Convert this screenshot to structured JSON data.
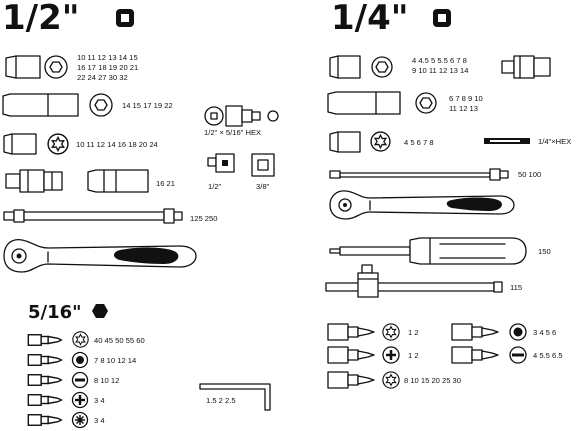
{
  "headers": {
    "half": "1/2\"",
    "quarter": "1/4\"",
    "five16": "5/16\""
  },
  "half": {
    "socket_short_1": "10  11  12  13  14  15",
    "socket_short_2": "16  17  18  19  20  21",
    "socket_short_3": "22  24  27  30  32",
    "socket_deep": "14  15  17  19  22",
    "torx_socket": "10  11  12  14  16  18  20  24",
    "adapter_hex": "1/2\" × 5/16\" HEX",
    "adapter_left": "1/2\"",
    "adapter_right": "3/8\"",
    "spark_plug": "16  21",
    "extension": "125  250"
  },
  "quarter": {
    "socket_short_1": "4  4.5  5  5.5  6  7  8",
    "socket_short_2": "9  10  11  12  13  14",
    "socket_deep_1": "6  7  8  9  10",
    "socket_deep_2": "11  12  13",
    "torx_socket": "4  5  6  7  8",
    "hex_adapter": "1/4\"×HEX",
    "extension": "50  100",
    "screwdriver": "150",
    "sliding_t": "115",
    "bit_a": "1  2",
    "bit_b": "1  2",
    "bit_c": "8  10  15  20  25  30",
    "bit_d": "3  4  5  6",
    "bit_e": "4  5.5  6.5"
  },
  "five16": {
    "bit_torx": "40  45  50  55  60",
    "bit_hex": "7  8  10  12  14",
    "bit_slot": "8  10  12",
    "bit_ph": "3  4",
    "bit_pz": "3  4"
  },
  "hex_key": "1.5  2  2.5"
}
